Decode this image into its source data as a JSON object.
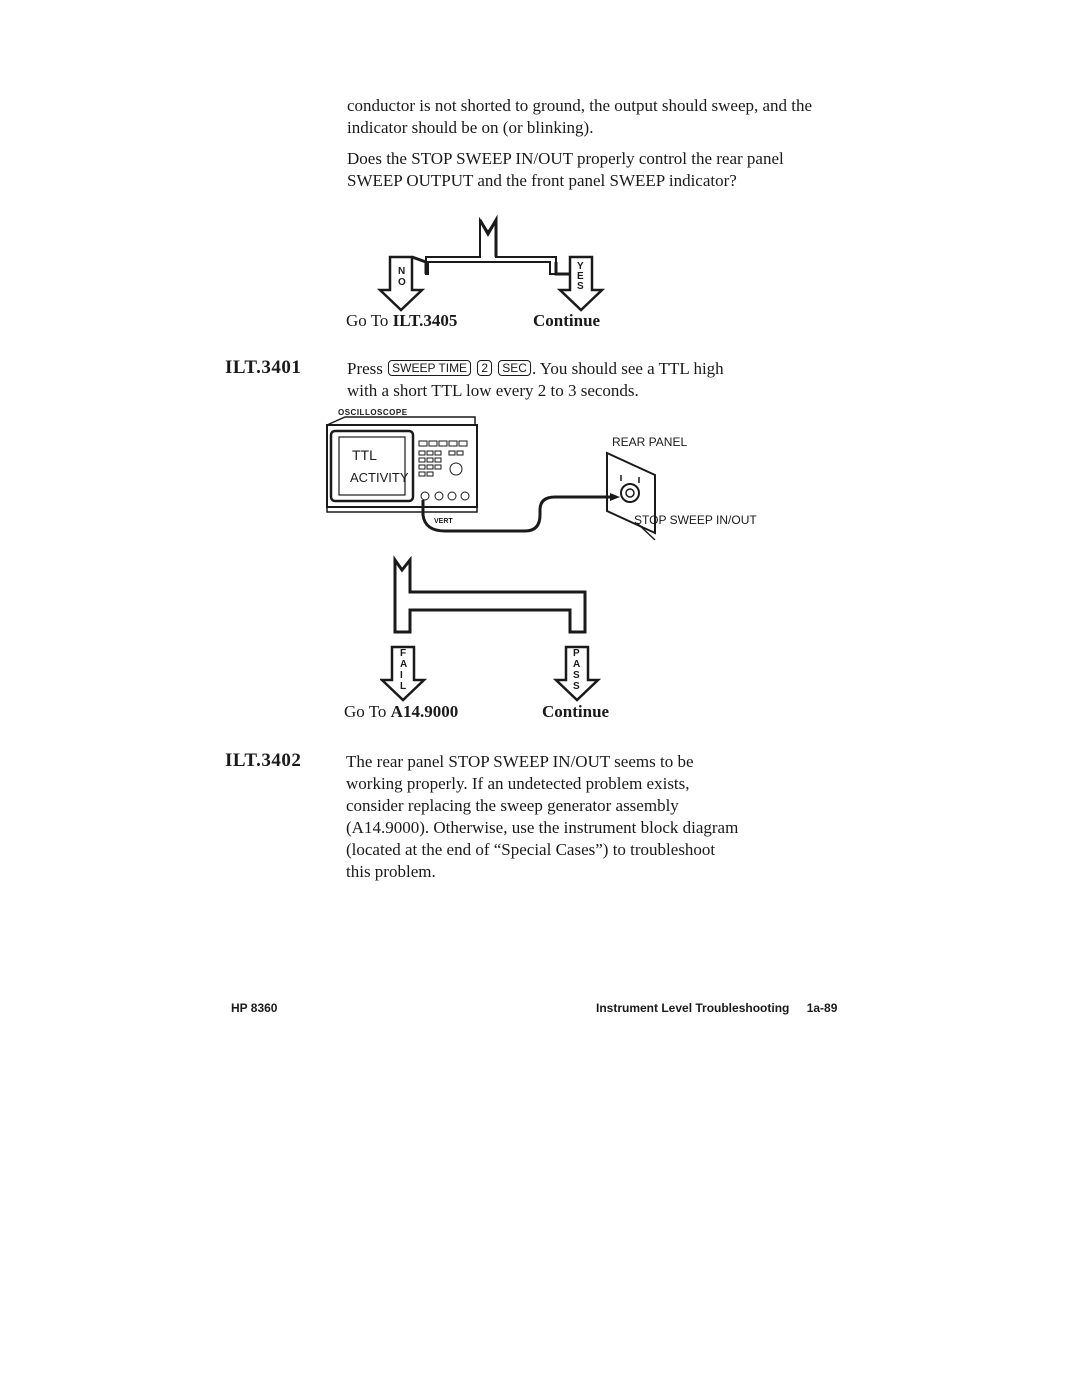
{
  "intro": {
    "para1": "conductor is not shorted to ground, the output should sweep, and the indicator should be on (or blinking).",
    "para2": "Does the STOP SWEEP IN/OUT properly control the rear panel SWEEP OUTPUT and the front panel SWEEP indicator?"
  },
  "decision1": {
    "no_letters": "NO",
    "yes_letters": "YES",
    "no_prefix": "Go To",
    "no_target": "ILT.3405",
    "yes_label": "Continue"
  },
  "step_3401": {
    "id": "ILT.3401",
    "press": "Press",
    "key1": "SWEEP TIME",
    "key2": "2",
    "key3": "SEC",
    "line1_rest": ". You should see a TTL high",
    "line2": "with a short TTL low every 2 to 3 seconds."
  },
  "figure": {
    "oscilloscope_label": "OSCILLOSCOPE",
    "screen_line1": "TTL",
    "screen_line2": "ACTIVITY",
    "vert_label": "VERT",
    "rear_panel_label": "REAR PANEL",
    "connector_label": "STOP SWEEP IN/OUT"
  },
  "decision2": {
    "fail_letters": "FAIL",
    "pass_letters": "PASS",
    "fail_prefix": "Go To",
    "fail_target": "A14.9000",
    "pass_label": "Continue"
  },
  "step_3402": {
    "id": "ILT.3402",
    "lines": [
      "The rear panel STOP SWEEP IN/OUT seems to be",
      "working properly. If an undetected problem exists,",
      "consider replacing the sweep generator assembly",
      "(A14.9000). Otherwise, use the instrument block diagram",
      "(located at the end of “Special Cases”) to troubleshoot",
      "this problem."
    ]
  },
  "footer": {
    "left": "HP 8360",
    "right_title": "Instrument Level Troubleshooting",
    "page": "1a-89"
  }
}
